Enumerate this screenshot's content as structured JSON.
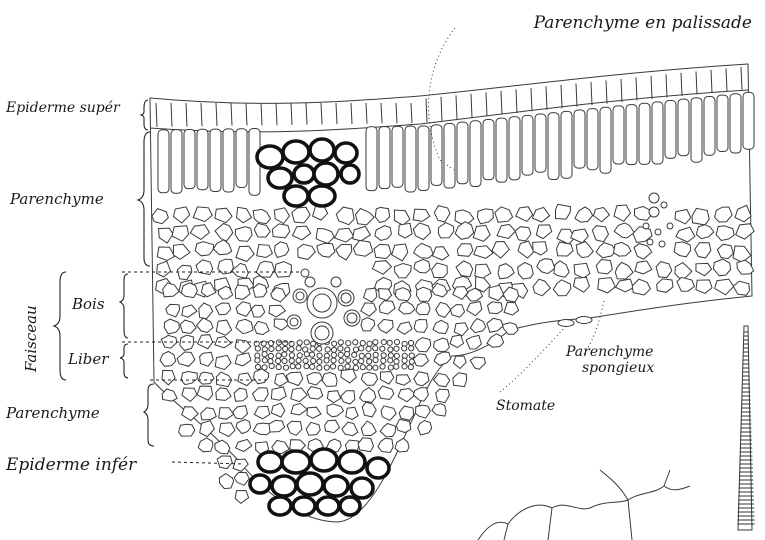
{
  "figure": {
    "labels": {
      "palisade": "Parenchyme en palissade",
      "epiderme_super": "Epiderme supér",
      "parenchyme_top": "Parenchyme",
      "faisceau": "Faisceau",
      "bois": "Bois",
      "liber": "Liber",
      "parenchyme_bottom": "Parenchyme",
      "epiderme_infer": "Epiderme infér",
      "parenchyme_spongieux_1": "Parenchyme",
      "parenchyme_spongieux_2": "spongieux",
      "stomate": "Stomate"
    }
  }
}
